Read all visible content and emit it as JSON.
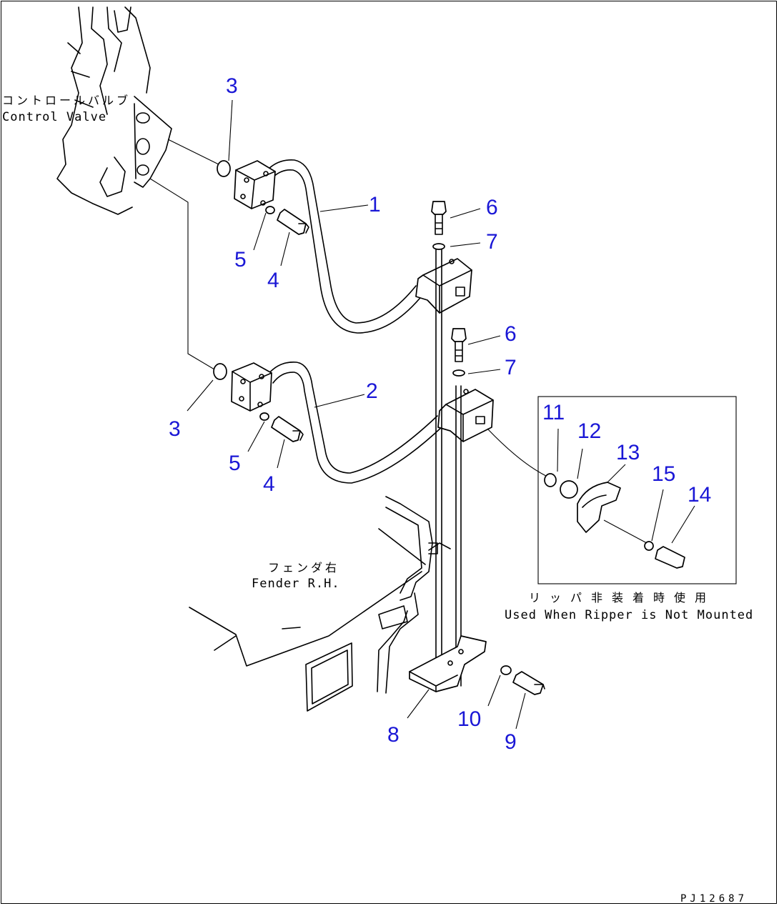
{
  "labels": {
    "control_valve_ja": "コントロールバルブ",
    "control_valve_en": "Control Valve",
    "fender_ja": "フェンダ右",
    "fender_en": "Fender R.H.",
    "inset_ja": "リッパ非装着時使用",
    "inset_en": "Used When Ripper is Not Mounted",
    "drawing_code": "PJ12687"
  },
  "callouts": [
    "1",
    "2",
    "3",
    "3",
    "4",
    "4",
    "5",
    "5",
    "6",
    "6",
    "7",
    "7",
    "8",
    "9",
    "10",
    "11",
    "12",
    "13",
    "14",
    "15"
  ],
  "colors": {
    "callout": "#1a17d6",
    "line": "#000000",
    "background": "#ffffff"
  }
}
